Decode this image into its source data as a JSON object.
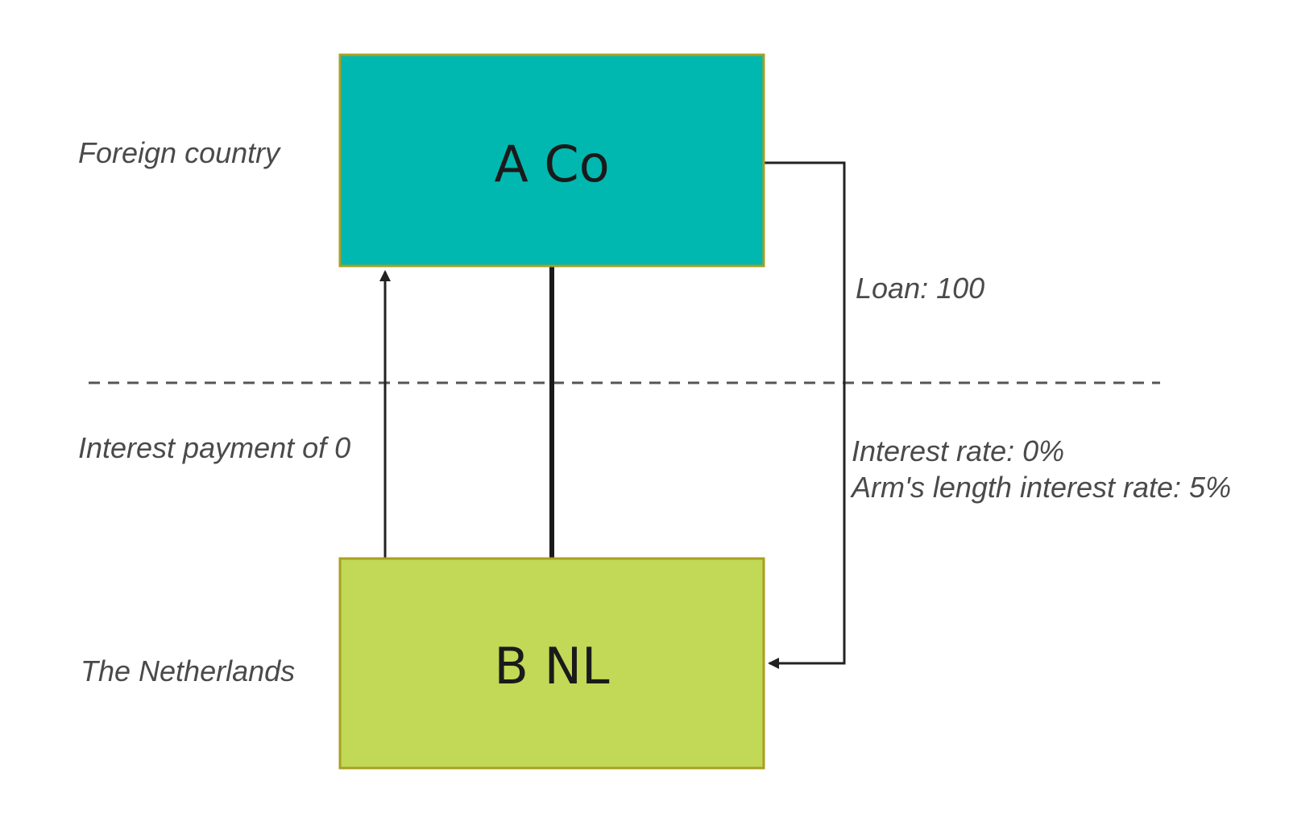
{
  "regions": {
    "foreign": "Foreign country",
    "domestic": "The Netherlands"
  },
  "entities": {
    "parent": {
      "label": "A Co",
      "color": "#00b8b0"
    },
    "subsidiary": {
      "label": "B NL",
      "color": "#c2d857"
    }
  },
  "annotations": {
    "loan": "Loan: 100",
    "interest_payment": "Interest payment of 0",
    "interest_rate": "Interest rate: 0%",
    "arms_length_rate": "Arm's length interest rate: 5%"
  },
  "colors": {
    "box_border": "#a8a020",
    "line": "#222222",
    "divider": "#555555"
  }
}
